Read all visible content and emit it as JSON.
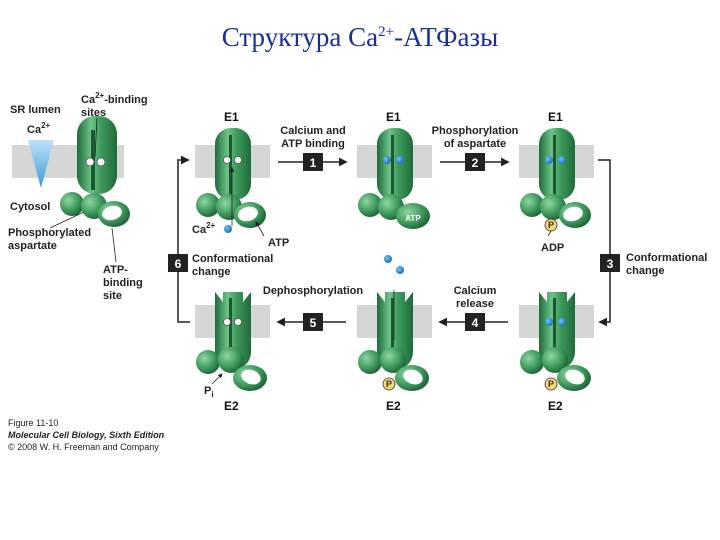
{
  "title": {
    "main": "Структура Ca",
    "sup": "2+",
    "rest": "-АТФазы"
  },
  "legend": {
    "sr_lumen": "SR lumen",
    "ca_label": "Ca",
    "ca_sup": "2+",
    "binding_ca": "Ca",
    "binding_sup": "2+",
    "binding_rest": "-binding",
    "binding_sites": "sites",
    "cytosol": "Cytosol",
    "phosph_line1": "Phosphorylated",
    "phosph_line2": "aspartate",
    "atp_line1": "ATP-",
    "atp_line2": "binding",
    "atp_line3": "site"
  },
  "states": {
    "e1_a": "E1",
    "e1_b": "E1",
    "e1_c": "E1",
    "e2_a": "E2",
    "e2_b": "E2",
    "e2_c": "E2"
  },
  "steps": {
    "s1": {
      "num": "1",
      "line1": "Calcium and",
      "line2": "ATP binding"
    },
    "s2": {
      "num": "2",
      "line1": "Phosphorylation",
      "line2": "of aspartate"
    },
    "s3": {
      "num": "3",
      "line1": "Conformational",
      "line2": "change"
    },
    "s4": {
      "num": "4",
      "line1": "Calcium",
      "line2": "release"
    },
    "s5": {
      "num": "5",
      "line1": "Dephosphorylation"
    },
    "s6": {
      "num": "6",
      "line1": "Conformational",
      "line2": "change"
    }
  },
  "annotations": {
    "ca_in": "Ca",
    "ca_in_sup": "2+",
    "atp_in": "ATP",
    "atp_bound": "ATP",
    "adp": "ADP",
    "pi": "P",
    "pi_sub": "i",
    "p": "P"
  },
  "caption": {
    "fig": "Figure 11-10",
    "book": "Molecular Cell Biology, Sixth Edition",
    "copyright": "© 2008 W. H. Freeman and Company"
  },
  "colors": {
    "protein": "#3f9a5c",
    "protein_dark": "#1f6a3a",
    "membrane": "#d6d6d6",
    "calcium": "#1e8ad2",
    "step_box": "#222222"
  }
}
